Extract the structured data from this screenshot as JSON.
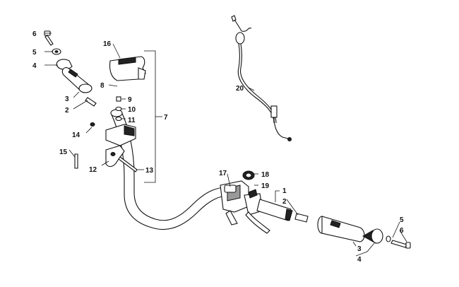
{
  "diagram": {
    "callouts": {
      "c1": "1",
      "c2_right": "2",
      "c3_right": "3",
      "c4_right": "4",
      "c5_right": "5",
      "c6_right": "6",
      "c2_left": "2",
      "c3_left": "3",
      "c4_left": "4",
      "c5_left": "5",
      "c6_left": "6",
      "c7": "7",
      "c8": "8",
      "c9": "9",
      "c10": "10",
      "c11": "11",
      "c12": "12",
      "c13": "13",
      "c14": "14",
      "c15": "15",
      "c16": "16",
      "c17": "17",
      "c18": "18",
      "c19": "19",
      "c20": "20"
    }
  }
}
